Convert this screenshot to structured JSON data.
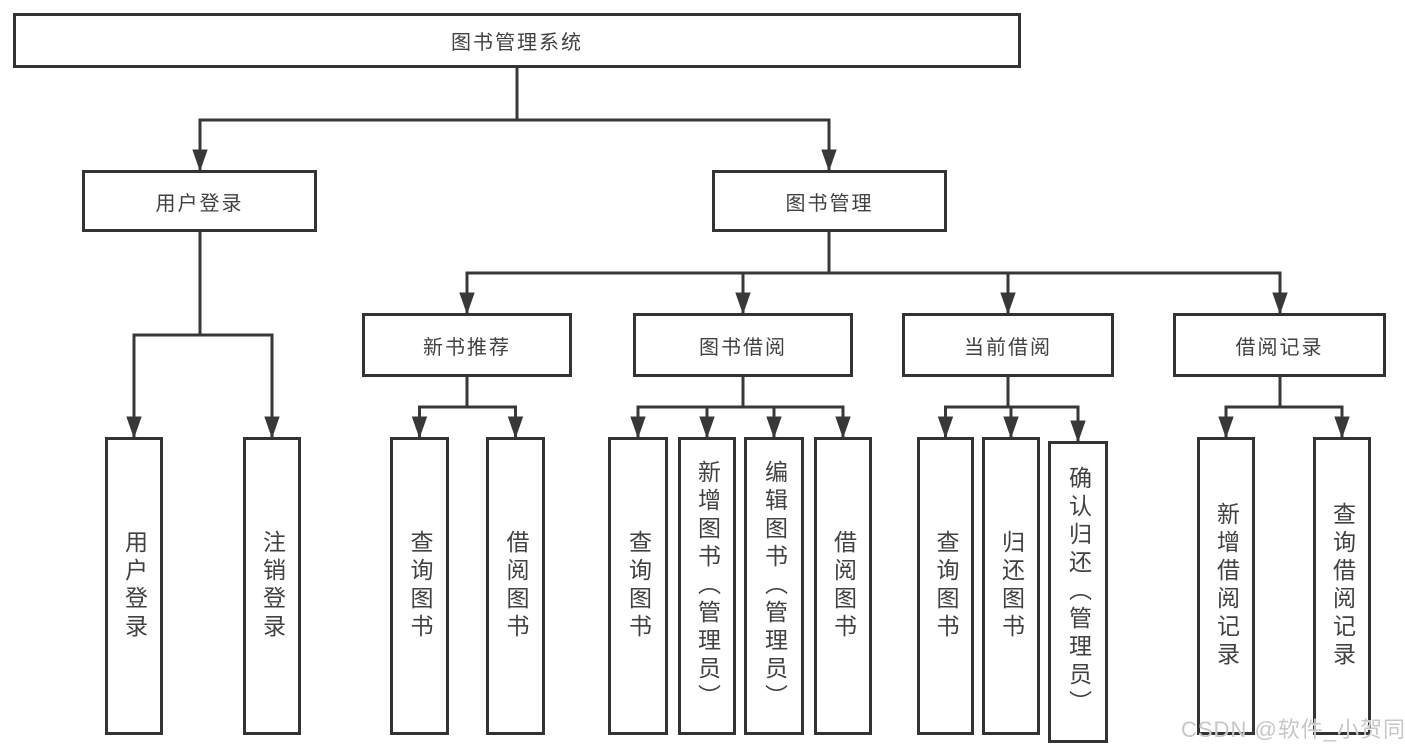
{
  "title": "图书管理系统",
  "colors": {
    "background": "#ffffff",
    "line": "#383838",
    "box_border": "#333333",
    "text": "#414141",
    "watermark": "#c7c7c7"
  },
  "level2": {
    "user_login": "用户登录",
    "book_management": "图书管理"
  },
  "user_login_children": [
    "用户登录",
    "注销登录"
  ],
  "modules": [
    {
      "label": "新书推荐",
      "children": [
        "查询图书",
        "借阅图书"
      ]
    },
    {
      "label": "图书借阅",
      "children": [
        "查询图书",
        "新增图书（管理员）",
        "编辑图书（管理员）",
        "借阅图书"
      ]
    },
    {
      "label": "当前借阅",
      "children": [
        "查询图书",
        "归还图书",
        "确认归还（管理员）"
      ]
    },
    {
      "label": "借阅记录",
      "children": [
        "新增借阅记录",
        "查询借阅记录"
      ]
    }
  ],
  "watermark": "CSDN @软件_小贺同学"
}
